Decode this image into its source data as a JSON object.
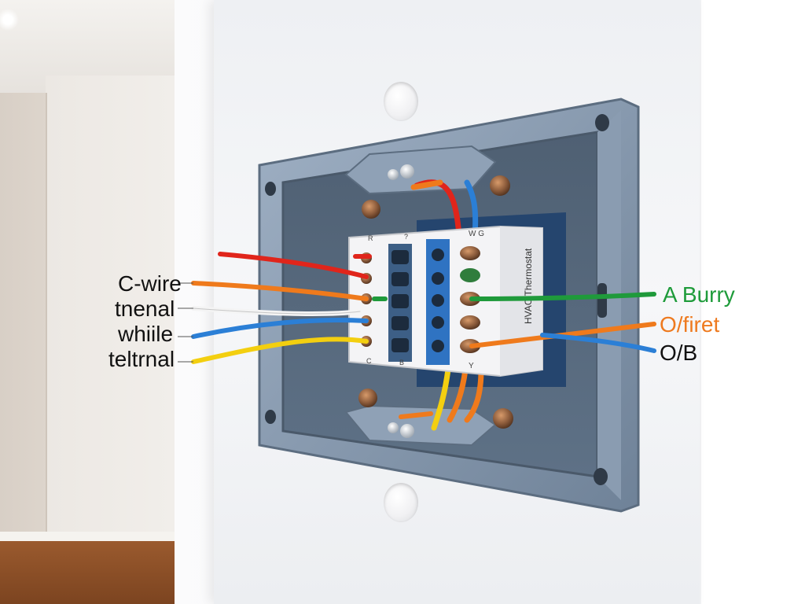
{
  "labels_left": [
    {
      "text": "C-wire"
    },
    {
      "text": "tnenal"
    },
    {
      "text": "whiile"
    },
    {
      "text": "teltrnal"
    }
  ],
  "labels_right": [
    {
      "text": "A Burry",
      "color": "#1e9b3a"
    },
    {
      "text": "O/firet",
      "color": "#ee7a1f"
    },
    {
      "text": "O/B",
      "color": "#111111"
    }
  ],
  "block_marks": {
    "top_left": "R",
    "top_mid": "?",
    "top_right": "W G",
    "side": "HVAC Thermostat",
    "bottom_left": "C",
    "bottom_mid": "B",
    "bottom_right": "Y"
  },
  "wire_colors": {
    "red": "#e0251b",
    "orange": "#ef7a1c",
    "white": "#f4f4f4",
    "blue": "#2b7fd6",
    "yellow": "#f3cf10",
    "green": "#1f9a3b"
  },
  "backplate_color": "#7f91a6",
  "terminal_color": "#8a5a3a"
}
